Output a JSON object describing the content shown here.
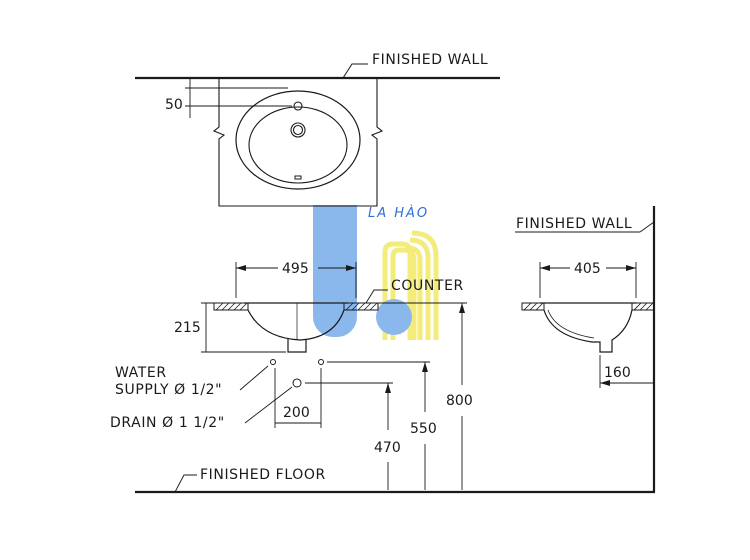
{
  "labels": {
    "finished_wall_top": "FINISHED  WALL",
    "finished_wall_side": "FINISHED  WALL",
    "counter": "COUNTER",
    "water_supply_line1": "WATER",
    "water_supply_line2": "SUPPLY Ø 1/2\"",
    "drain": "DRAIN Ø 1 1/2\"",
    "finished_floor": "FINISHED  FLOOR"
  },
  "dimensions": {
    "top_offset": "50",
    "basin_width": "495",
    "basin_depth": "215",
    "drain_offset": "200",
    "drain_height": "470",
    "supply_height": "550",
    "counter_height": "800",
    "side_width": "405",
    "side_depth": "160"
  },
  "watermark": {
    "text": "LA HÀO",
    "colors": {
      "blue": "#8ab8ec",
      "yellow": "#f3ec7a",
      "dark_blue": "#2d6fd6"
    }
  }
}
